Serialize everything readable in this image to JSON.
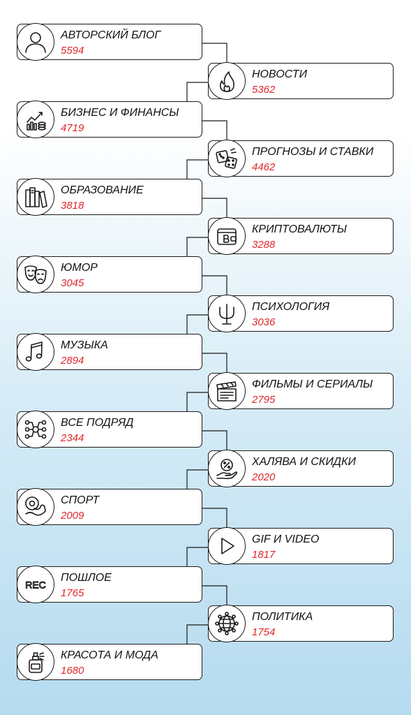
{
  "accent_color": "#e0262b",
  "categories": [
    {
      "name": "АВТОРСКИЙ БЛОГ",
      "count": "5594",
      "icon": "user-icon"
    },
    {
      "name": "НОВОСТИ",
      "count": "5362",
      "icon": "fire-icon"
    },
    {
      "name": "БИЗНЕС И ФИНАНСЫ",
      "count": "4719",
      "icon": "finance-chart-icon"
    },
    {
      "name": "ПРОГНОЗЫ И СТАВКИ",
      "count": "4462",
      "icon": "dice-icon"
    },
    {
      "name": "ОБРАЗОВАНИЕ",
      "count": "3818",
      "icon": "books-icon"
    },
    {
      "name": "КРИПТОВАЛЮТЫ",
      "count": "3288",
      "icon": "crypto-wallet-icon"
    },
    {
      "name": "ЮМОР",
      "count": "3045",
      "icon": "theater-masks-icon"
    },
    {
      "name": "ПСИХОЛОГИЯ",
      "count": "3036",
      "icon": "psi-icon"
    },
    {
      "name": "МУЗЫКА",
      "count": "2894",
      "icon": "music-notes-icon"
    },
    {
      "name": "ФИЛЬМЫ И СЕРИАЛЫ",
      "count": "2795",
      "icon": "clapperboard-icon"
    },
    {
      "name": "ВСЕ ПОДРЯД",
      "count": "2344",
      "icon": "network-nodes-icon"
    },
    {
      "name": "ХАЛЯВА И СКИДКИ",
      "count": "2020",
      "icon": "discount-hand-icon"
    },
    {
      "name": "СПОРТ",
      "count": "2009",
      "icon": "sport-icon"
    },
    {
      "name": "GIF И VIDEO",
      "count": "1817",
      "icon": "play-icon"
    },
    {
      "name": "ПОШЛОЕ",
      "count": "1765",
      "icon": "rec-icon"
    },
    {
      "name": "ПОЛИТИКА",
      "count": "1754",
      "icon": "globe-icon"
    },
    {
      "name": "КРАСОТА И МОДА",
      "count": "1680",
      "icon": "perfume-icon"
    }
  ]
}
